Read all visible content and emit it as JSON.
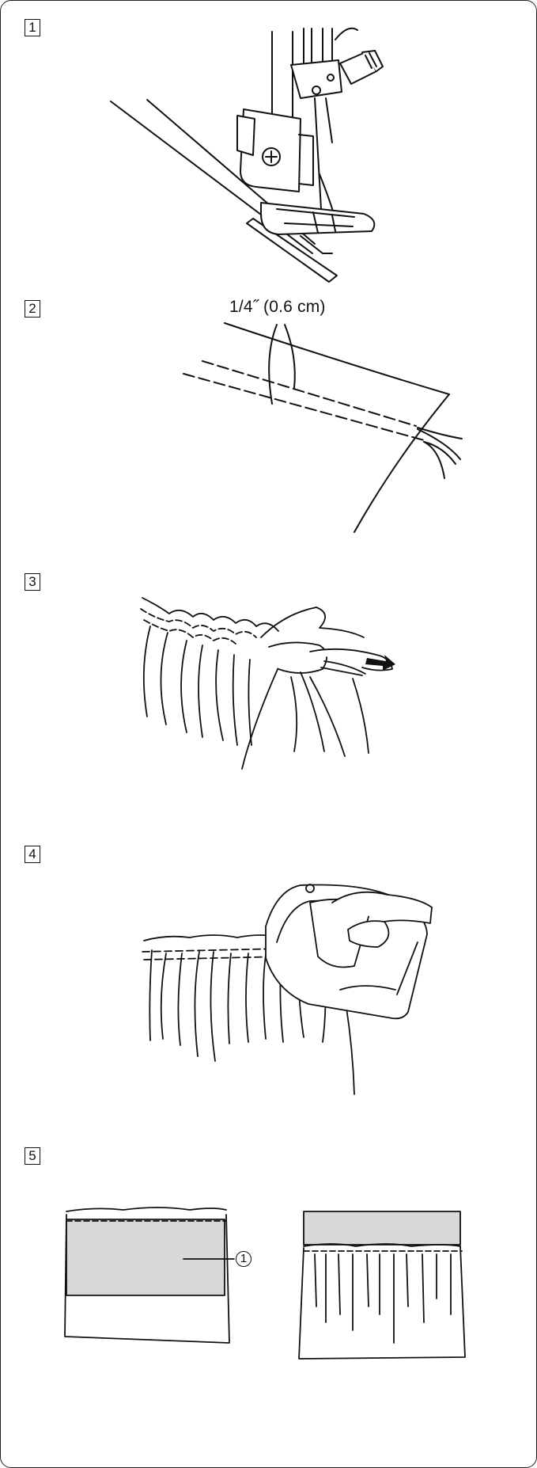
{
  "steps": [
    {
      "number": "1"
    },
    {
      "number": "2",
      "measurement": "1/4˝ (0.6 cm)"
    },
    {
      "number": "3"
    },
    {
      "number": "4"
    },
    {
      "number": "5",
      "callout": "1"
    }
  ]
}
